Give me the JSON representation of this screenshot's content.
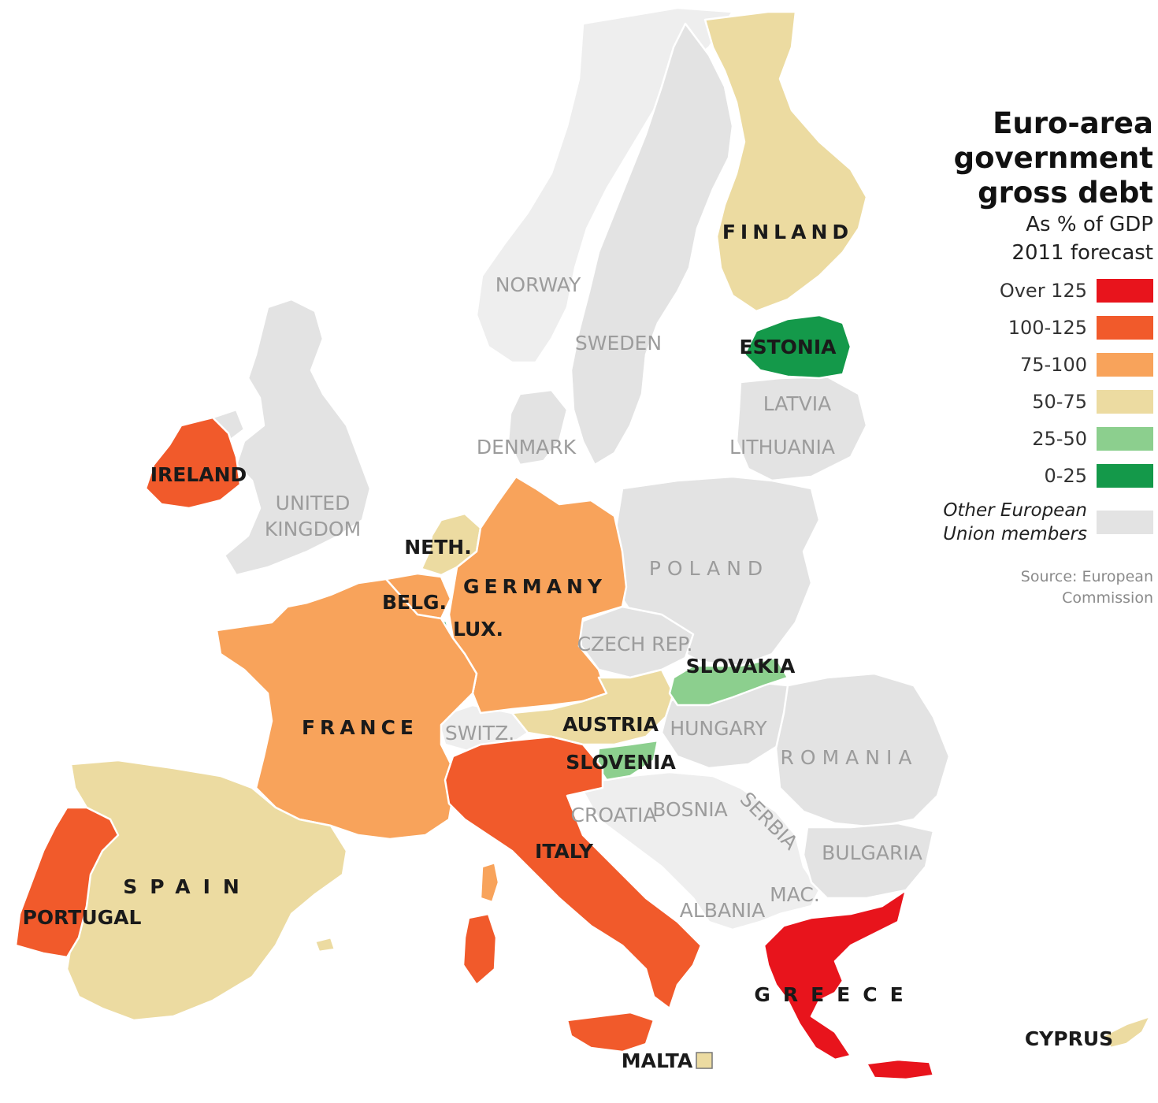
{
  "legend": {
    "title_line1": "Euro-area",
    "title_line2": "government",
    "title_line3": "gross debt",
    "subtitle_line1": "As % of GDP",
    "subtitle_line2": "2011 forecast",
    "categories": [
      {
        "label": "Over 125",
        "color": "#e8141c"
      },
      {
        "label": "100-125",
        "color": "#f15a2b"
      },
      {
        "label": "75-100",
        "color": "#f8a35b"
      },
      {
        "label": "50-75",
        "color": "#ecdba1"
      },
      {
        "label": "25-50",
        "color": "#8ccf8e"
      },
      {
        "label": "0-25",
        "color": "#14994a"
      }
    ],
    "other_line1": "Other European",
    "other_line2": "Union members",
    "other_color": "#e3e3e3",
    "source_line1": "Source: European",
    "source_line2": "Commission"
  },
  "colors": {
    "over125": "#e8141c",
    "r100_125": "#f15a2b",
    "r75_100": "#f8a35b",
    "r50_75": "#ecdba1",
    "r25_50": "#8ccf8e",
    "r0_25": "#14994a",
    "other_eu": "#e3e3e3",
    "non_eu": "#eeeeee"
  },
  "labels": {
    "finland": "FINLAND",
    "estonia": "ESTONIA",
    "ireland": "IRELAND",
    "neth": "NETH.",
    "germany": "GERMANY",
    "belg": "BELG.",
    "lux": "LUX.",
    "slovakia": "SLOVAKIA",
    "france": "FRANCE",
    "austria": "AUSTRIA",
    "slovenia": "SLOVENIA",
    "spain": "SPAIN",
    "portugal": "PORTUGAL",
    "italy": "ITALY",
    "greece": "GREECE",
    "cyprus": "CYPRUS",
    "malta": "MALTA",
    "norway": "NORWAY",
    "sweden": "SWEDEN",
    "latvia": "LATVIA",
    "lithuania": "LITHUANIA",
    "denmark": "DENMARK",
    "uk_line1": "UNITED",
    "uk_line2": "KINGDOM",
    "poland": "POLAND",
    "czech": "CZECH REP.",
    "switz": "SWITZ.",
    "hungary": "HUNGARY",
    "romania": "ROMANIA",
    "croatia": "CROATIA",
    "bosnia": "BOSNIA",
    "serbia": "SERBIA",
    "bulgaria": "BULGARIA",
    "albania": "ALBANIA",
    "mac": "MAC."
  }
}
